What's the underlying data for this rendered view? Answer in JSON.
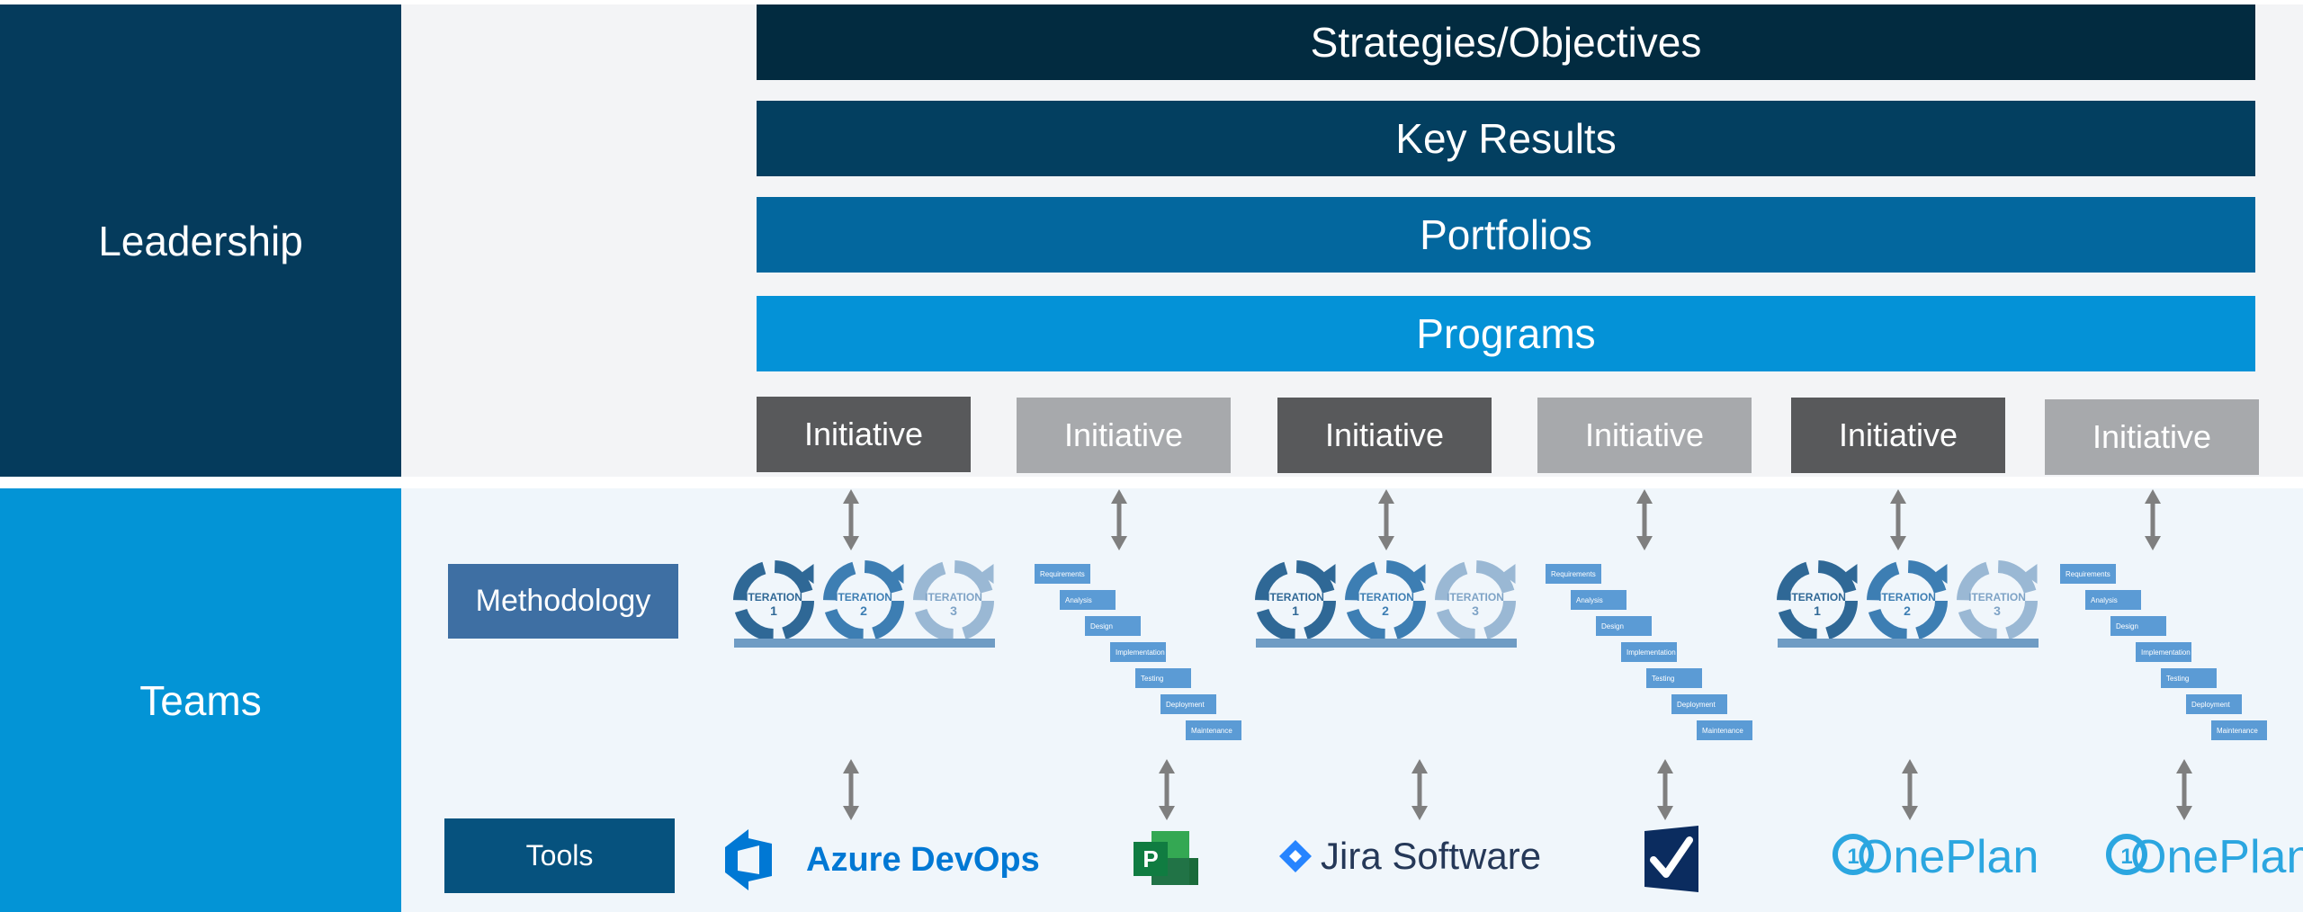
{
  "lanes": {
    "leadership": "Leadership",
    "teams": "Teams"
  },
  "bars": {
    "strategies": "Strategies/Objectives",
    "key_results": "Key Results",
    "portfolios": "Portfolios",
    "programs": "Programs"
  },
  "initiatives": [
    "Initiative",
    "Initiative",
    "Initiative",
    "Initiative",
    "Initiative",
    "Initiative"
  ],
  "row_labels": {
    "methodology": "Methodology",
    "tools": "Tools"
  },
  "iteration": {
    "word": "ITERATION",
    "numbers": [
      "1",
      "2",
      "3"
    ]
  },
  "waterfall_steps": [
    "Requirements",
    "Analysis",
    "Design",
    "Implementation",
    "Testing",
    "Deployment",
    "Maintenance"
  ],
  "tools": {
    "azure": "Azure DevOps",
    "jira": "Jira Software",
    "oneplan_a": "OnePlan",
    "oneplan_b": "OnePlan"
  },
  "colors": {
    "leadership": "#053b5c",
    "teams": "#0394d6",
    "strategies": "#022b40",
    "key_results": "#033f60",
    "portfolios": "#03679e",
    "programs": "#0492d7",
    "initiative_dark": "#58595b",
    "initiative_light": "#a7a9ac",
    "methodology_tag": "#3e6fa3",
    "tools_tag": "#06527e"
  },
  "icons": [
    "arrow-updown-icon",
    "iteration-cycle-icon",
    "waterfall-icon",
    "azure-devops-icon",
    "ms-project-icon",
    "jira-icon",
    "smartsheet-icon",
    "oneplan-icon"
  ]
}
